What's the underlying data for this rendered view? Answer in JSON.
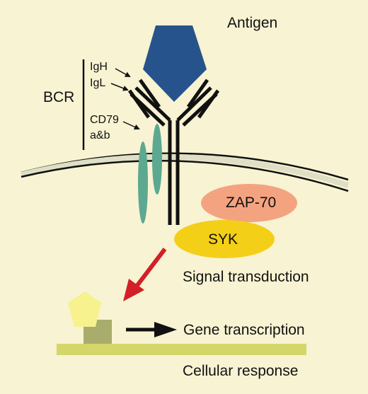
{
  "labels": {
    "antigen": "Antigen",
    "bcr": "BCR",
    "igh": "IgH",
    "igl": "IgL",
    "cd79": "CD79",
    "ab": "a&b",
    "zap70": "ZAP-70",
    "syk": "SYK",
    "signal_transduction": "Signal transduction",
    "gene_transcription": "Gene transcription",
    "cellular_response": "Cellular response"
  },
  "colors": {
    "background": "#f8f3d2",
    "antigen": "#27538d",
    "cd79": "#5da890",
    "zap70": "#f4a380",
    "syk": "#f4cf17",
    "signal_arrow": "#d31f27",
    "factor_pentagon": "#f7f18e",
    "factor_square": "#a8ad6d",
    "dna_bar": "#d4d66a",
    "membrane": "#dedfc5"
  }
}
